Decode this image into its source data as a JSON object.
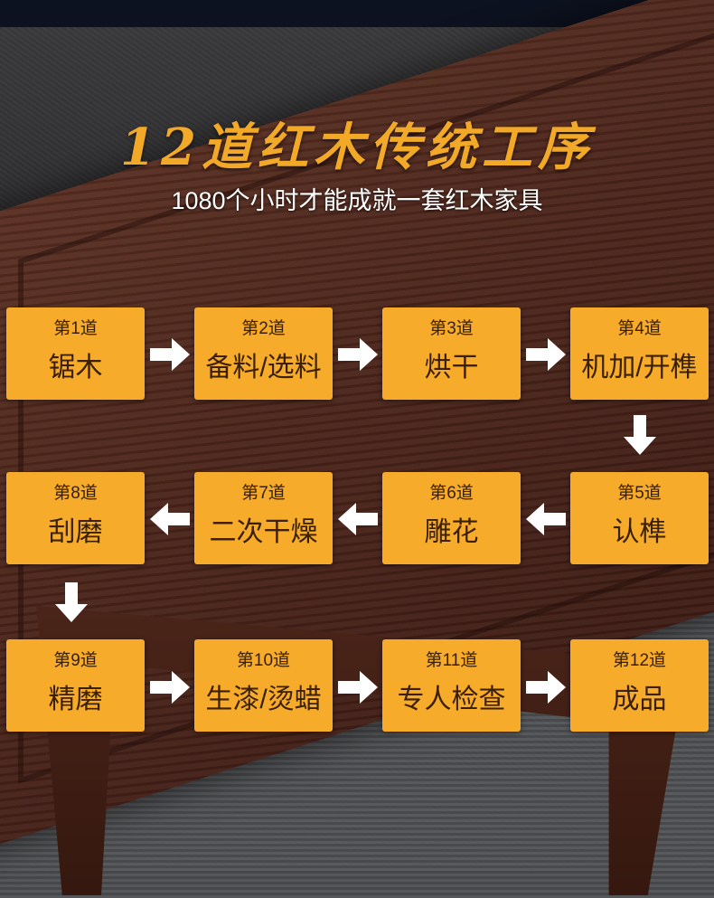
{
  "header": {
    "title": "12道红木传统工序",
    "subtitle": "1080个小时才能成就一套红木家具"
  },
  "steps": [
    {
      "num": "第1道",
      "name": "锯木"
    },
    {
      "num": "第2道",
      "name": "备料/选料"
    },
    {
      "num": "第3道",
      "name": "烘干"
    },
    {
      "num": "第4道",
      "name": "机加/开榫"
    },
    {
      "num": "第5道",
      "name": "认榫"
    },
    {
      "num": "第6道",
      "name": "雕花"
    },
    {
      "num": "第7道",
      "name": "二次干燥"
    },
    {
      "num": "第8道",
      "name": "刮磨"
    },
    {
      "num": "第9道",
      "name": "精磨"
    },
    {
      "num": "第10道",
      "name": "生漆/烫蜡"
    },
    {
      "num": "第11道",
      "name": "专人检查"
    },
    {
      "num": "第12道",
      "name": "成品"
    }
  ],
  "colors": {
    "accent": "#f6ab2a",
    "title": "#f2a928",
    "arrow": "#ffffff"
  },
  "icons": {
    "arrow": "arrow-icon"
  }
}
